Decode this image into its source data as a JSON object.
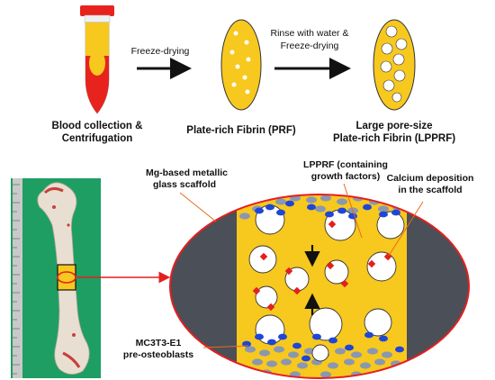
{
  "top_row": {
    "step1": {
      "line1": "Blood collection &",
      "line2": "Centrifugation"
    },
    "arrow1_label": "Freeze-drying",
    "step2": {
      "label": "Plate-rich Fibrin (PRF)"
    },
    "arrow2_label": {
      "line1": "Rinse with water &",
      "line2": "Freeze-drying"
    },
    "step3": {
      "line1": "Large pore-size",
      "line2": "Plate-rich Fibrin (LPPRF)"
    }
  },
  "callouts": {
    "scaffold": {
      "line1": "Mg-based metallic",
      "line2": "glass scaffold"
    },
    "lpprf": {
      "line1": "LPPRF (containing",
      "line2": "growth factors)"
    },
    "calcium": {
      "line1": "Calcium deposition",
      "line2": "in the scaffold"
    },
    "cells": {
      "line1": "MC3T3-E1",
      "line2": "pre-osteoblasts"
    }
  },
  "colors": {
    "yellow": "#f7c81e",
    "red": "#e41f1f",
    "dark_gray": "#4b4f57",
    "blue": "#1e46d8",
    "slate": "#8a97b0",
    "tube_red": "#e8231d",
    "orange": "#e86b1a"
  }
}
